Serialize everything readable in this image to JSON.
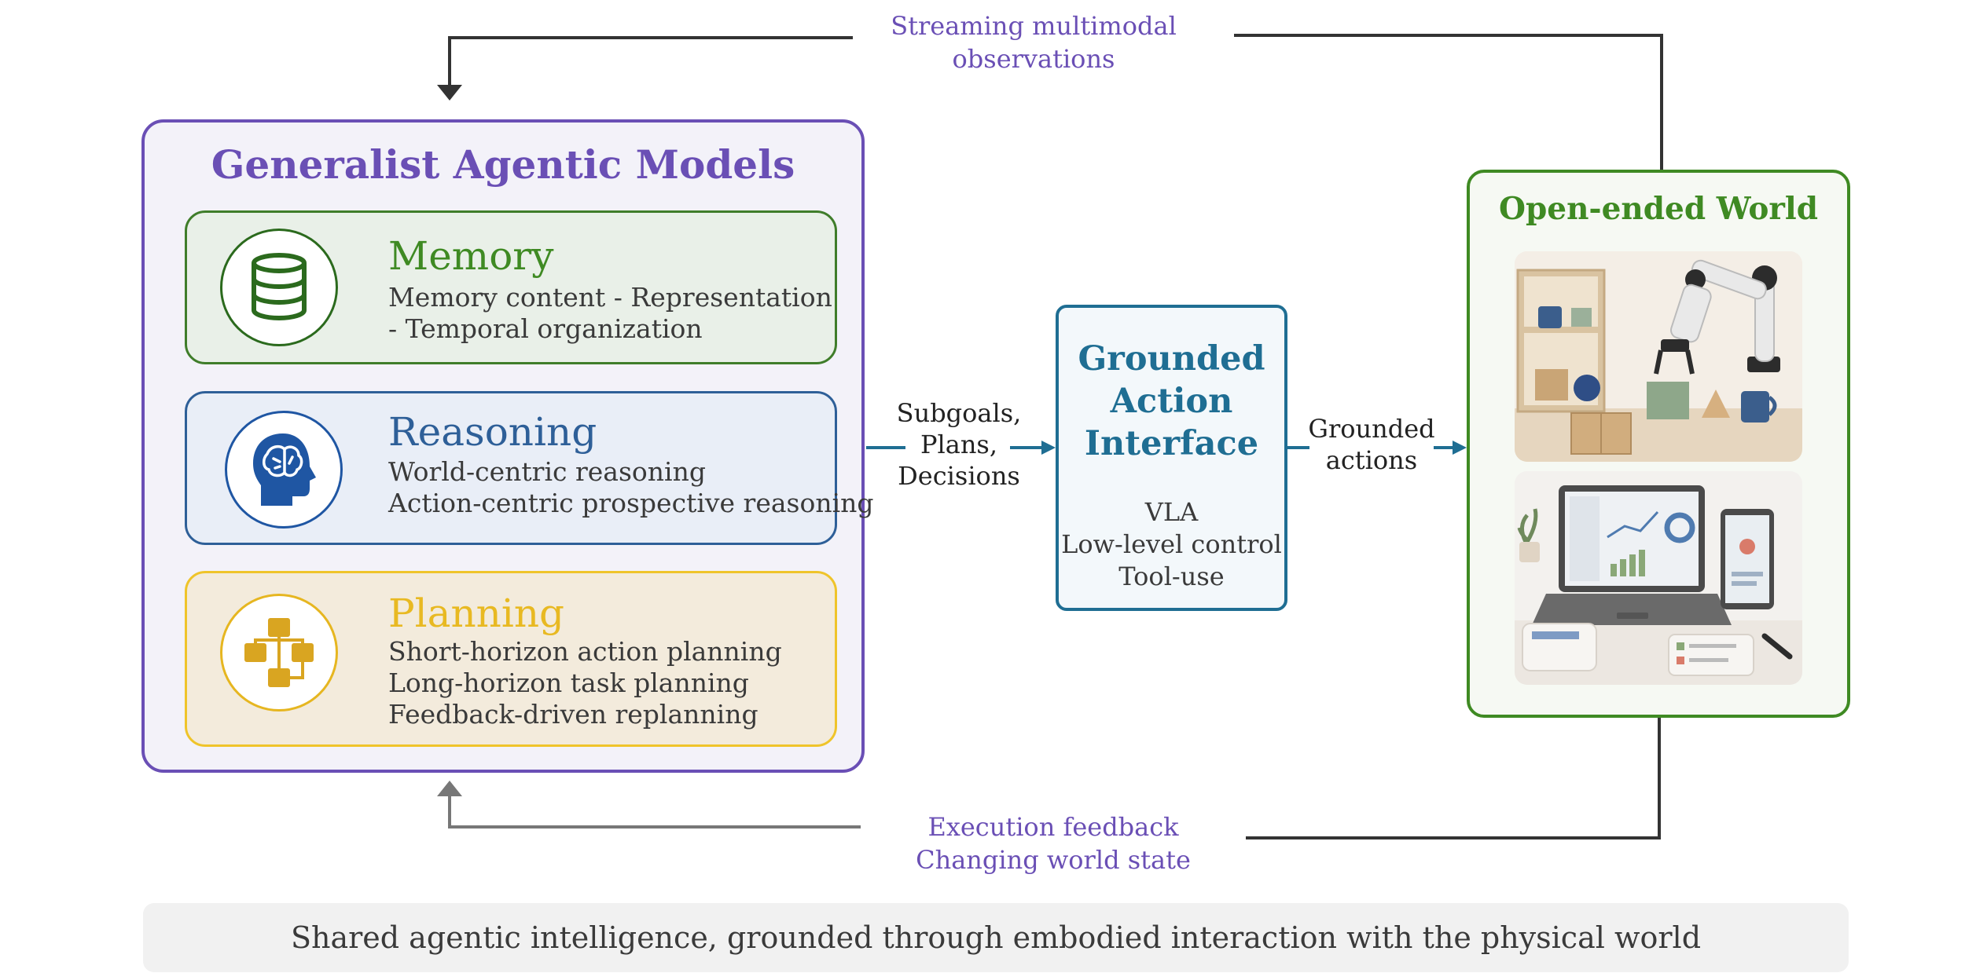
{
  "top_loop": {
    "line1": "Streaming multimodal",
    "line2": "observations"
  },
  "bottom_loop": {
    "line1": "Execution feedback",
    "line2": "Changing world state"
  },
  "agentic_models": {
    "title": "Generalist Agentic Models",
    "modules": [
      {
        "name": "Memory",
        "icon": "database-icon",
        "color": "#3f8a23",
        "lines": [
          "Memory content - Representation",
          "- Temporal organization"
        ]
      },
      {
        "name": "Reasoning",
        "icon": "brain-head-icon",
        "color": "#2e5f98",
        "lines": [
          "World-centric reasoning",
          "Action-centric prospective reasoning"
        ]
      },
      {
        "name": "Planning",
        "icon": "flowchart-icon",
        "color": "#e8b922",
        "lines": [
          "Short-horizon action planning",
          "Long-horizon task planning",
          "Feedback-driven replanning"
        ]
      }
    ]
  },
  "flow_in": {
    "line1": "Subgoals,",
    "line2": "Plans,",
    "line3": "Decisions"
  },
  "grounded_interface": {
    "title_line1": "Grounded",
    "title_line2": "Action",
    "title_line3": "Interface",
    "items": [
      "VLA",
      "Low-level control",
      "Tool-use"
    ]
  },
  "flow_out": {
    "line1": "Grounded",
    "line2": "actions"
  },
  "world": {
    "title": "Open-ended World",
    "scenes": [
      "robot-arm-tabletop-scene",
      "laptop-tablet-desk-scene"
    ]
  },
  "footer": "Shared agentic intelligence, grounded through embodied interaction with the physical world",
  "colors": {
    "purple": "#6a4fb5",
    "teal": "#1f6e93",
    "green": "#3f8a23",
    "blue": "#2e5f98",
    "yellow": "#e8b922",
    "dark_line": "#333333",
    "grey_line": "#666666"
  }
}
